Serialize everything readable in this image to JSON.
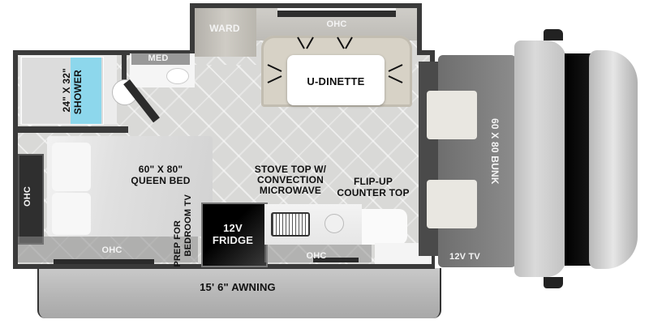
{
  "floorplan": {
    "labels": {
      "ward": "WARD",
      "ohc_top": "OHC",
      "u_dinette": "U-DINETTE",
      "med": "MED",
      "shower": "24\" X 32\" SHOWER",
      "shower_dim": "24\" X 32\"",
      "shower_word": "SHOWER",
      "ohc_left": "OHC",
      "queen_bed_line1": "60\" X 80\"",
      "queen_bed_line2": "QUEEN BED",
      "prep_tv_line1": "PREP FOR",
      "prep_tv_line2": "BEDROOM TV",
      "ohc_bottom_left": "OHC",
      "fridge_line1": "12V",
      "fridge_line2": "FRIDGE",
      "stove_line1": "STOVE TOP W/",
      "stove_line2": "CONVECTION",
      "stove_line3": "MICROWAVE",
      "counter_line1": "FLIP-UP",
      "counter_line2": "COUNTER TOP",
      "ohc_kitchen": "OHC",
      "bunk": "60 X 80 BUNK",
      "tv": "12V TV",
      "awning": "15' 6\" AWNING"
    },
    "colors": {
      "wall": "#3a3a3a",
      "floor": "#d9d9d7",
      "shower_accent": "#7fd6ee",
      "bunk": "#7a7a7a",
      "cab": "#cfcfcf",
      "windshield": "#0c0c0c",
      "awning": "#bdbdbd"
    }
  }
}
